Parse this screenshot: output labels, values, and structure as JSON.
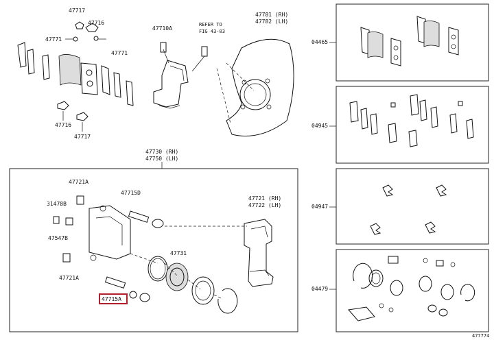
{
  "diagram": {
    "main_labels": {
      "l47717_top": "47717",
      "l47716_top": "47716",
      "l47771_left": "47771",
      "l47771_right": "47771",
      "l47716_bot": "47716",
      "l47717_bot": "47717",
      "l47710A": "47710A",
      "refer_to_1": "REFER TO",
      "refer_to_2": "FIG 43-03",
      "l47781": "47781 (RH)",
      "l47782": "47782 (LH)",
      "l47730": "47730 (RH)",
      "l47750": "47750 (LH)",
      "l47721A_top": "47721A",
      "l31478B": "31478B",
      "l47715D": "47715D",
      "l47547B": "47547B",
      "l47721A_bot": "47721A",
      "l47715A": "47715A",
      "l47731": "47731",
      "l47721": "47721 (RH)",
      "l47722": "47722 (LH)"
    },
    "kit_labels": {
      "k04465": "04465",
      "k04945": "04945",
      "k04947": "04947",
      "k04479": "04479"
    },
    "footer_code": "477774",
    "highlight_color": "#b0202c"
  }
}
